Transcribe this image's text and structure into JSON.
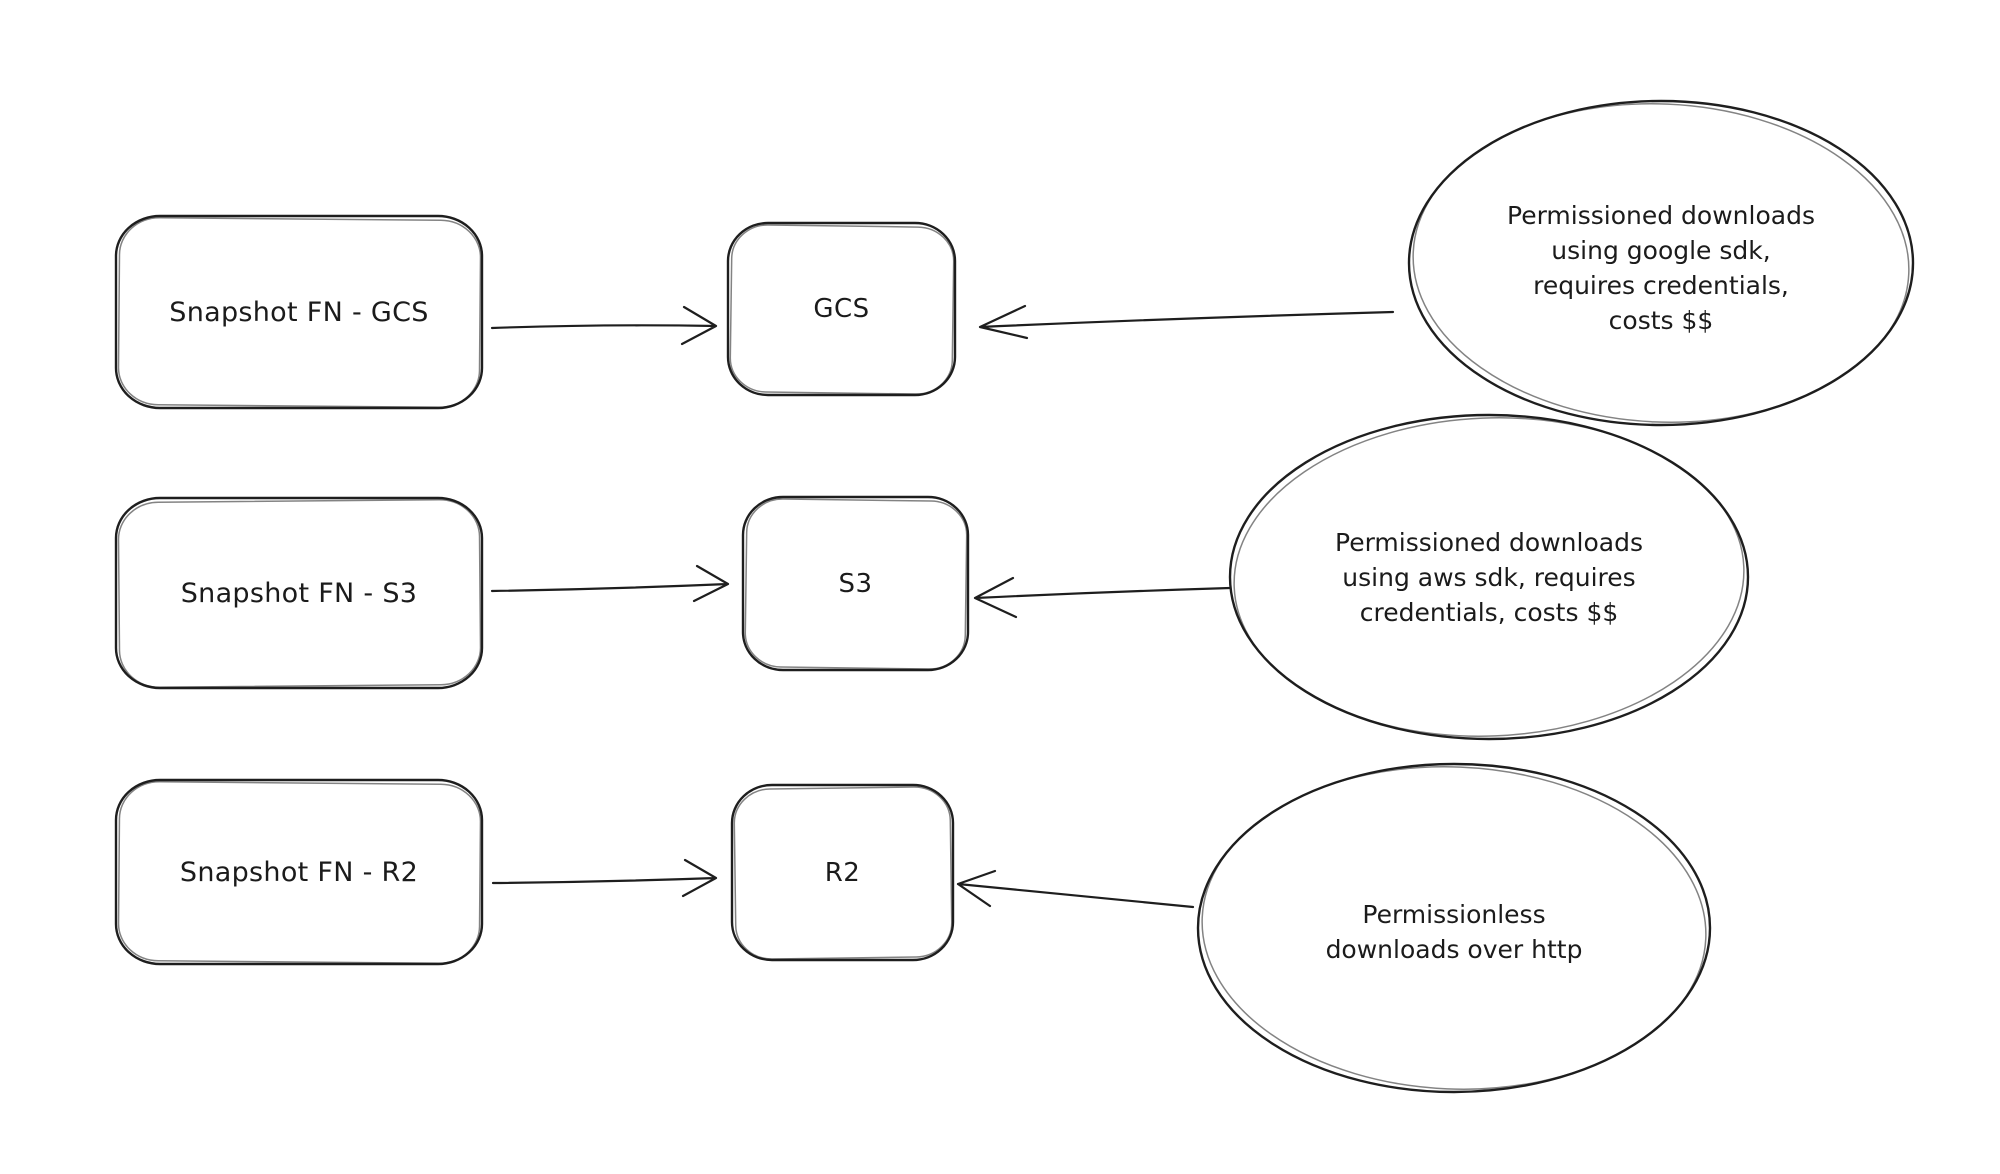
{
  "canvas": {
    "background": "#ffffff",
    "stroke_color": "#1e1e1e",
    "text_color": "#1b1b1b"
  },
  "nodes": {
    "snapshot_gcs": "Snapshot FN - GCS",
    "gcs": "GCS",
    "snapshot_s3": "Snapshot FN - S3",
    "s3": "S3",
    "snapshot_r2": "Snapshot FN - R2",
    "r2": "R2"
  },
  "notes": {
    "gcs": {
      "lines": [
        "Permissioned downloads",
        "using google sdk,",
        "requires credentials,",
        "costs $$"
      ]
    },
    "s3": {
      "lines": [
        "Permissioned downloads",
        "using aws sdk, requires",
        "credentials, costs $$"
      ]
    },
    "r2": {
      "lines": [
        "Permissionless",
        "downloads over http"
      ]
    }
  }
}
